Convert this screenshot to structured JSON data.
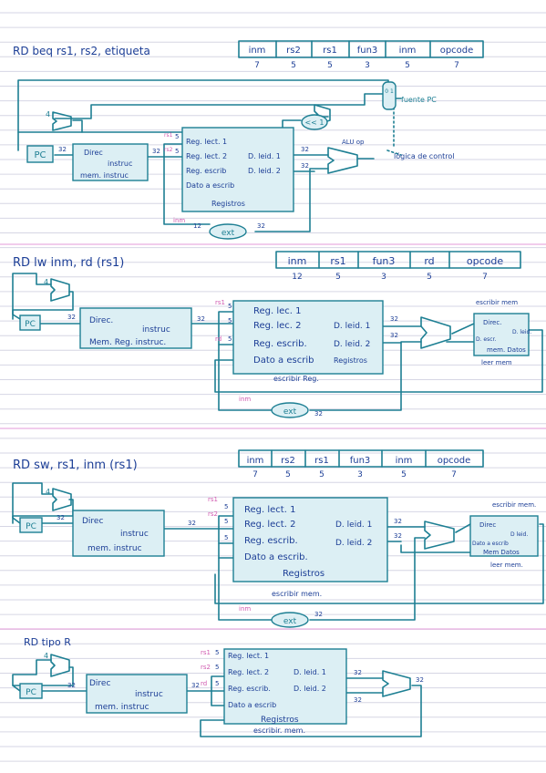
{
  "beq": {
    "title": "RD beq rs1, rs2, etiqueta",
    "format": [
      {
        "field": "inm",
        "bits": "7"
      },
      {
        "field": "rs2",
        "bits": "5"
      },
      {
        "field": "rs1",
        "bits": "5"
      },
      {
        "field": "fun3",
        "bits": "3"
      },
      {
        "field": "inm",
        "bits": "5"
      },
      {
        "field": "opcode",
        "bits": "7"
      }
    ],
    "pc": "PC",
    "four": "4",
    "mux_01": "0 1",
    "fuente_pc": "fuente PC",
    "shift": "<< 1",
    "imem": {
      "addr": "Direc",
      "instr": "instruc",
      "name": "mem. instruc"
    },
    "regs": {
      "r1": "Reg. lect. 1",
      "r2": "Reg. lect. 2",
      "w": "Reg. escrib",
      "wd": "Dato a escrib",
      "d1": "D. leid. 1",
      "d2": "D. leid. 2",
      "name": "Registros"
    },
    "alu_op": "ALU op",
    "logica": "lógica de control",
    "ext": "ext",
    "inm_label": "inm",
    "rs1": "rs1",
    "rs2": "rs2",
    "w5": "5",
    "w32": "32",
    "w12": "12"
  },
  "lw": {
    "title": "RD lw inm, rd (rs1)",
    "format": [
      {
        "field": "inm",
        "bits": "12"
      },
      {
        "field": "rs1",
        "bits": "5"
      },
      {
        "field": "fun3",
        "bits": "3"
      },
      {
        "field": "rd",
        "bits": "5"
      },
      {
        "field": "opcode",
        "bits": "7"
      }
    ],
    "pc": "PC",
    "four": "4",
    "imem": {
      "addr": "Direc.",
      "instr": "instruc",
      "name": "Mem. Reg. instruc."
    },
    "regs": {
      "r1": "Reg. lec. 1",
      "r2": "Reg. lec. 2",
      "w": "Reg. escrib.",
      "wd": "Dato a escrib",
      "d1": "D. leid. 1",
      "d2": "D. leid. 2",
      "name": "Registros"
    },
    "escribir_reg": "escribir Reg.",
    "dmem": {
      "top": "escribir mem",
      "addr": "Direc.",
      "wd": "D. escr.",
      "rd": "D. leid.",
      "name": "mem. Datos",
      "bottom": "leer mem"
    },
    "ext": "ext",
    "inm_label": "inm",
    "rs1": "rs1",
    "rd": "rd",
    "w5": "5",
    "w32": "32"
  },
  "sw": {
    "title": "RD sw, rs1, inm (rs1)",
    "format": [
      {
        "field": "inm",
        "bits": "7"
      },
      {
        "field": "rs2",
        "bits": "5"
      },
      {
        "field": "rs1",
        "bits": "5"
      },
      {
        "field": "fun3",
        "bits": "3"
      },
      {
        "field": "inm",
        "bits": "5"
      },
      {
        "field": "opcode",
        "bits": "7"
      }
    ],
    "pc": "PC",
    "four": "4",
    "imem": {
      "addr": "Direc",
      "instr": "instruc",
      "name": "mem. instruc"
    },
    "regs": {
      "r1": "Reg. lect. 1",
      "r2": "Reg. lect. 2",
      "w": "Reg. escrib.",
      "wd": "Dato a escrib.",
      "d1": "D. leid. 1",
      "d2": "D. leid. 2",
      "name": "Registros"
    },
    "escribir_mem": "escribir mem.",
    "dmem": {
      "top": "escribir mem.",
      "addr": "Direc",
      "wd": "Dato a escrib",
      "rd": "D leid.",
      "name": "Mem Datos",
      "bottom": "leer mem."
    },
    "ext": "ext",
    "inm_label": "inm",
    "rs1": "rs1",
    "rs2": "rs2",
    "w5": "5",
    "w32": "32"
  },
  "tipor": {
    "title": "RD tipo R",
    "pc": "PC",
    "four": "4",
    "imem": {
      "addr": "Direc",
      "instr": "instruc",
      "name": "mem. instruc"
    },
    "regs": {
      "r1": "Reg. lect. 1",
      "r2": "Reg. lect. 2",
      "w": "Reg. escrib.",
      "wd": "Dato a escrib",
      "d1": "D. leid. 1",
      "d2": "D. leid. 2",
      "name": "Registros",
      "bottom": "escribir. mem."
    },
    "rs1": "rs1",
    "rs2": "rs2",
    "rd": "rd",
    "w5": "5",
    "w32": "32"
  }
}
